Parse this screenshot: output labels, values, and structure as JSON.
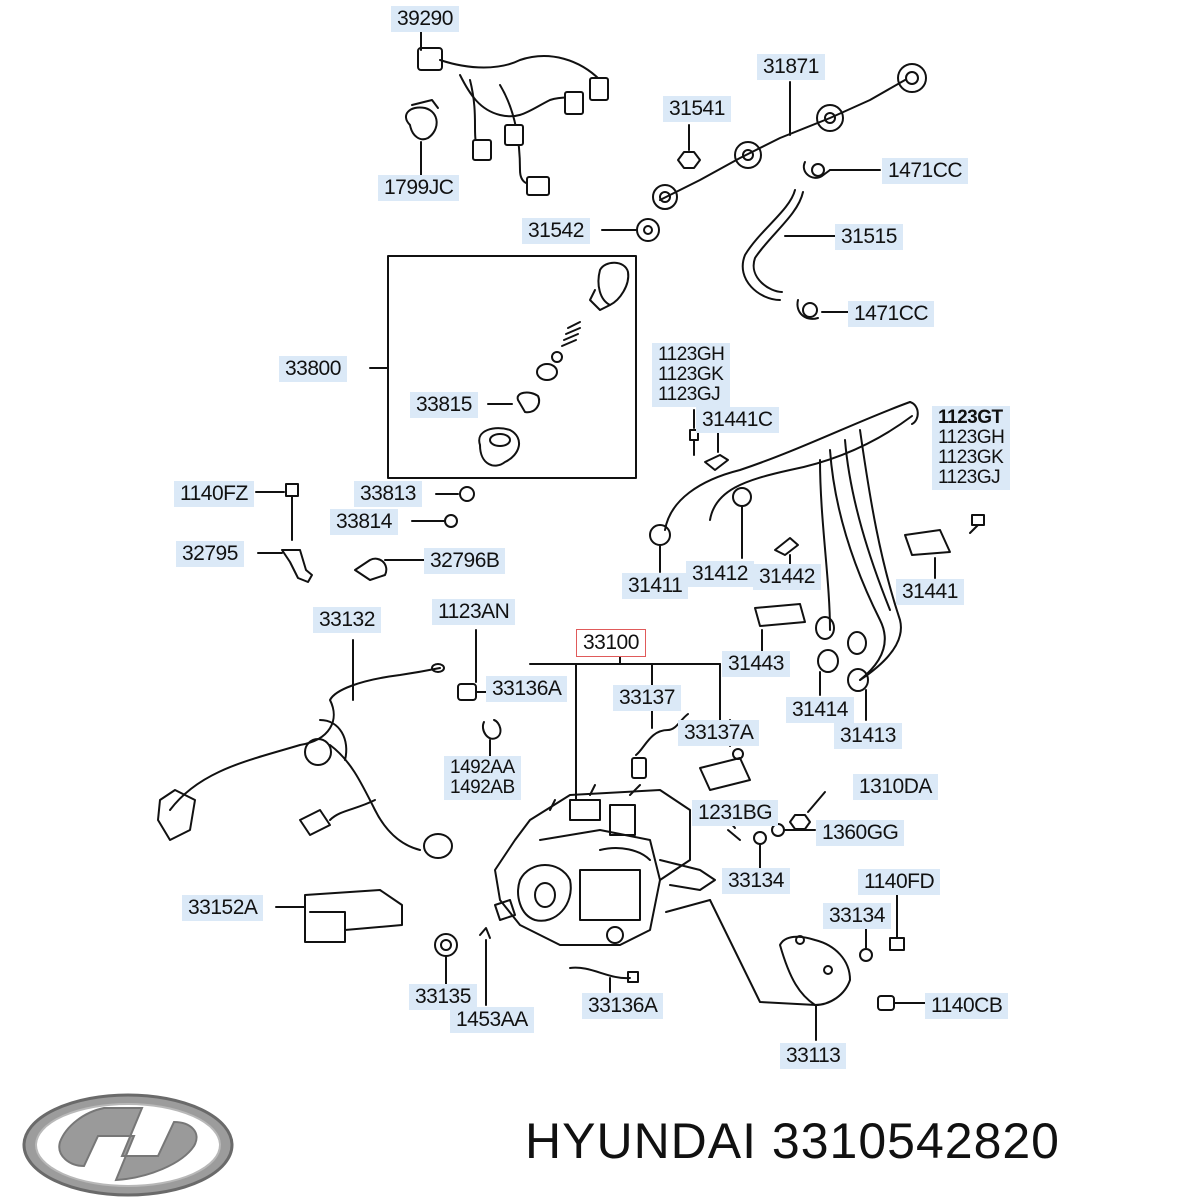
{
  "labels": {
    "p39290": "39290",
    "p1799JC": "1799JC",
    "p31871": "31871",
    "p31541": "31541",
    "p1471CC_a": "1471CC",
    "p31542": "31542",
    "p31515": "31515",
    "p1471CC_b": "1471CC",
    "p33800": "33800",
    "p33815": "33815",
    "p1123GH_a": "1123GH",
    "p1123GK_a": "1123GK",
    "p1123GJ_a": "1123GJ",
    "p31441C": "31441C",
    "p1123GT": "1123GT",
    "p1123GH_b": "1123GH",
    "p1123GK_b": "1123GK",
    "p1123GJ_b": "1123GJ",
    "p1140FZ": "1140FZ",
    "p33813": "33813",
    "p33814": "33814",
    "p32795": "32795",
    "p32796B": "32796B",
    "p31412": "31412",
    "p31442": "31442",
    "p31411": "31411",
    "p31441": "31441",
    "p33132": "33132",
    "p1123AN": "1123AN",
    "p33100": "33100",
    "p31443": "31443",
    "p33136A_a": "33136A",
    "p33137": "33137",
    "p31414": "31414",
    "p31413": "31413",
    "p33137A": "33137A",
    "p1492AA": "1492AA",
    "p1492AB": "1492AB",
    "p1310DA": "1310DA",
    "p1231BG": "1231BG",
    "p1360GG": "1360GG",
    "p33134_a": "33134",
    "p1140FD": "1140FD",
    "p33152A": "33152A",
    "p33134_b": "33134",
    "p33135": "33135",
    "p1453AA": "1453AA",
    "p33136A_b": "33136A",
    "p1140CB": "1140CB",
    "p33113": "33113"
  },
  "footer": {
    "brand_text": "HYUNDAI 3310542820"
  },
  "colors": {
    "label_bg": "#dbe9f7",
    "highlight_border": "#e05a5a",
    "line": "#111111"
  }
}
